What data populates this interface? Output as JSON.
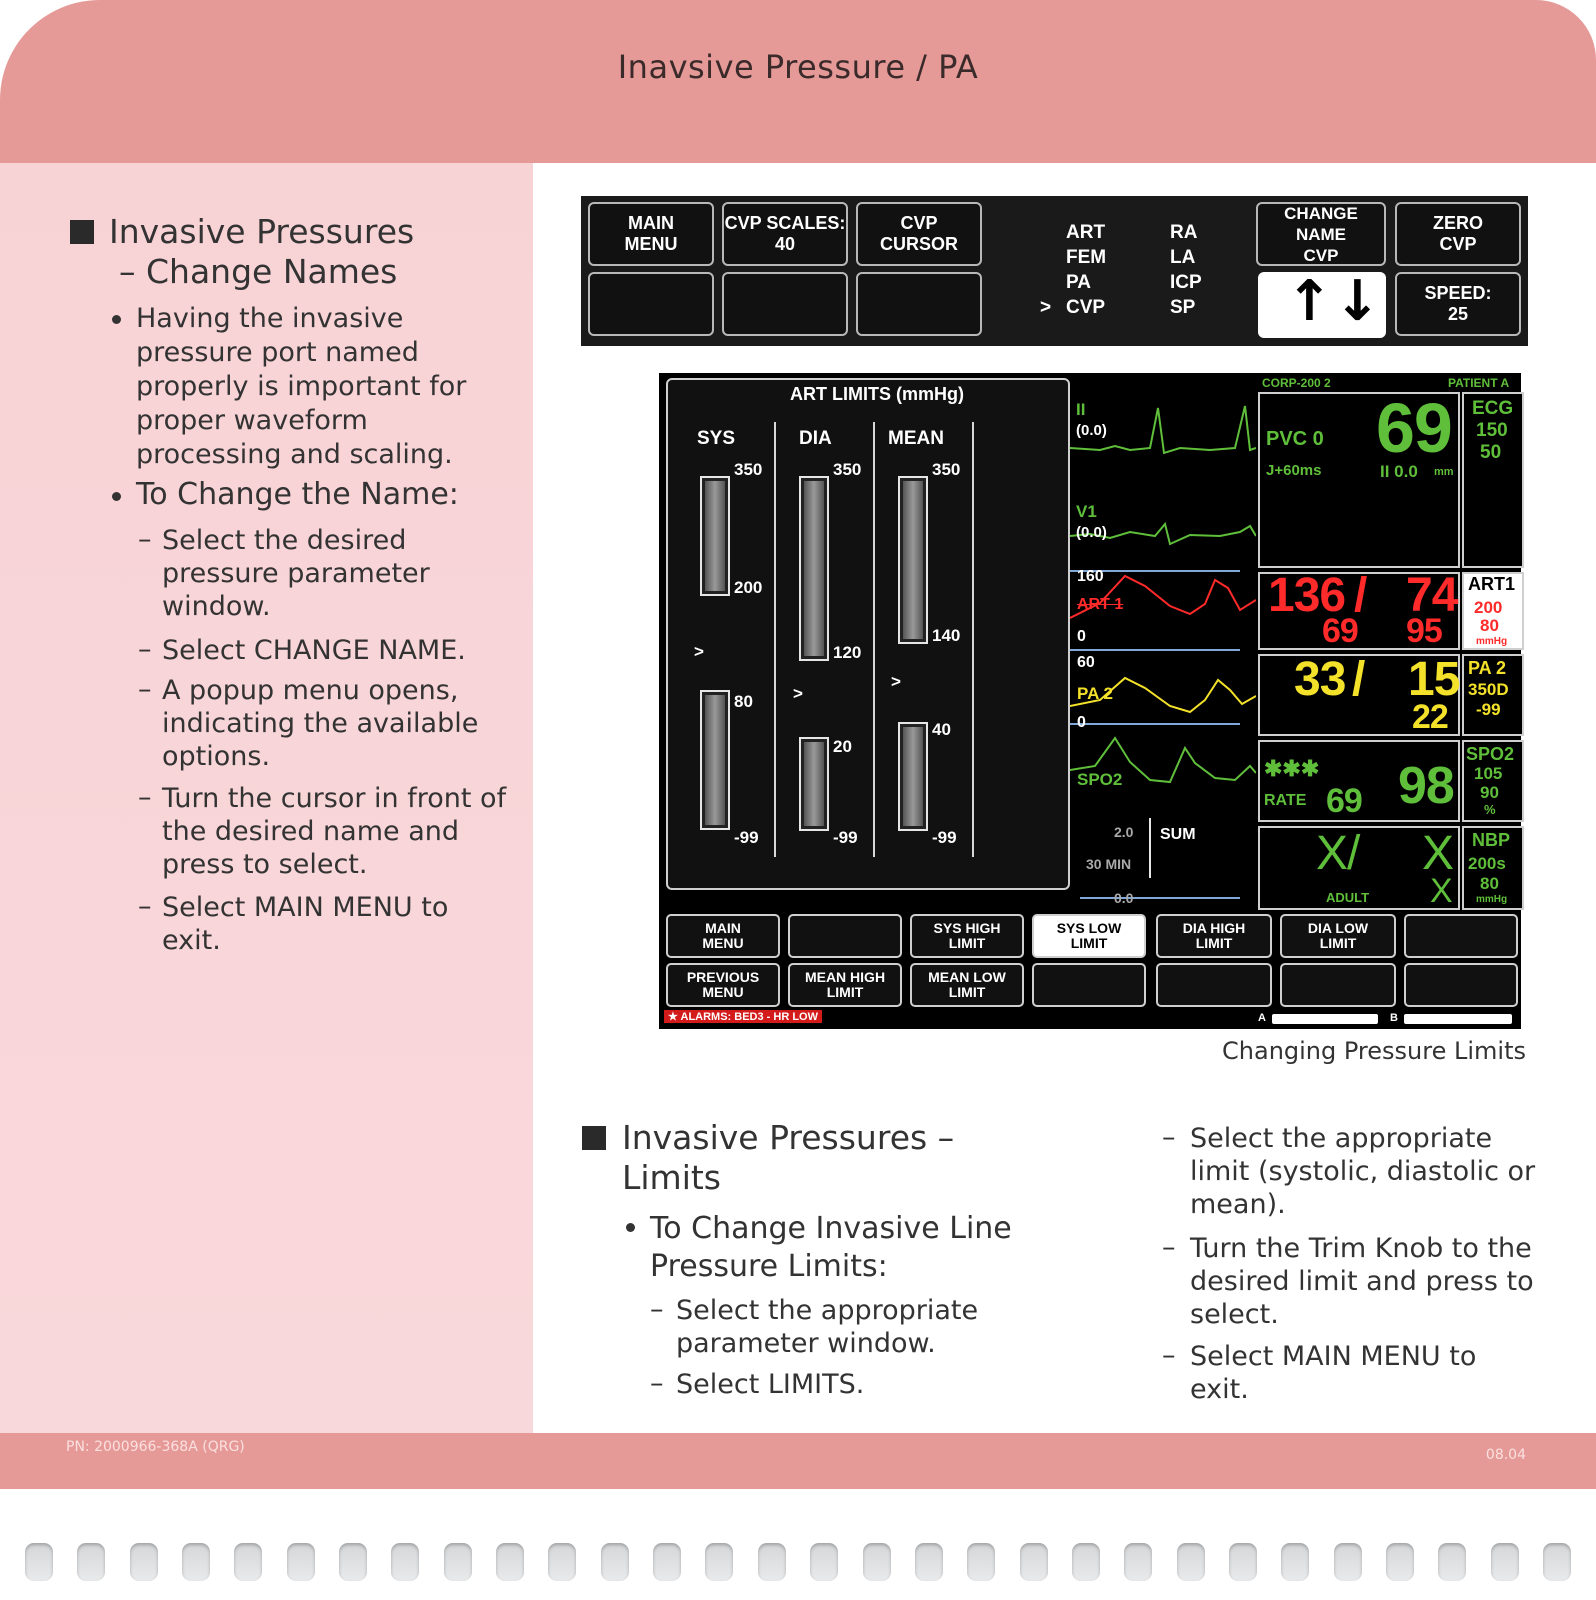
{
  "header": {
    "title": "Inavsive Pressure / PA"
  },
  "left": {
    "heading": [
      "Invasive Pressures",
      "– Change Names"
    ],
    "bullet1": [
      "Having the invasive",
      "pressure port named",
      "properly is important for",
      "proper waveform",
      "processing and scaling."
    ],
    "bullet2": "To Change the Name:",
    "steps": [
      [
        "Select the desired",
        "pressure parameter",
        "window."
      ],
      [
        "Select CHANGE NAME."
      ],
      [
        "A popup menu opens,",
        "indicating the available",
        "options."
      ],
      [
        "Turn the cursor in front of",
        "the desired name and",
        "press to select."
      ],
      [
        "Select MAIN MENU to",
        "exit."
      ]
    ]
  },
  "topbar": {
    "main_menu": [
      "MAIN",
      "MENU"
    ],
    "cvp_scales": [
      "CVP SCALES:",
      "40"
    ],
    "cvp_cursor": [
      "CVP",
      "CURSOR"
    ],
    "names_col1": [
      "ART",
      "FEM",
      "PA",
      "CVP"
    ],
    "names_col2": [
      "RA",
      "LA",
      "ICP",
      "SP"
    ],
    "cursor": ">",
    "change_name": [
      "CHANGE NAME",
      "CVP"
    ],
    "arrows": [
      "↑",
      "↓"
    ],
    "zero": [
      "ZERO",
      "CVP"
    ],
    "speed": [
      "SPEED:",
      "25"
    ]
  },
  "monitor": {
    "limits_title": "ART LIMITS (mmHg)",
    "sys": {
      "label": "SYS",
      "top": "350",
      "mid": "200",
      "low_top": "80",
      "low_bot": "-99"
    },
    "dia": {
      "label": "DIA",
      "top": "350",
      "mid": "120",
      "low_top": "20",
      "low_bot": "-99"
    },
    "mean": {
      "label": "MEAN",
      "top": "350",
      "mid": "140",
      "low_top": "40",
      "low_bot": "-99"
    },
    "cursor": ">",
    "corp": "CORP-200 2",
    "patient": "PATIENT A",
    "wave_labels": {
      "ii": "II",
      "ii_val": "(0.0)",
      "v1": "V1",
      "v1_val": "(0.0)",
      "art_hi": "160",
      "art": "ART 1",
      "art_lo": "0",
      "pa_hi": "60",
      "pa": "PA 2",
      "pa_lo": "0",
      "spo2": "SPO2",
      "sum_scale_hi": "2.0",
      "sum_min": "30 MIN",
      "sum_scale_lo": "0.0",
      "sum": "SUM"
    },
    "ecg": {
      "pvc": "PVC 0",
      "j": "J+60ms",
      "hr": "69",
      "lead": "II 0.0",
      "unit": "mm",
      "label": "ECG",
      "hi": "150",
      "lo": "50"
    },
    "art1": {
      "sys": "136",
      "slash": "/",
      "dia": "74",
      "mean": "69",
      "mean2": "95",
      "label": "ART1",
      "hi": "200",
      "lo": "80",
      "unit": "mmHg"
    },
    "pa2": {
      "sys": "33",
      "slash": "/",
      "dia": "15",
      "mean": "22",
      "label": "PA 2",
      "hi": "350D",
      "lo": "-99"
    },
    "spo2": {
      "stars": "✱✱✱",
      "rate_label": "RATE",
      "rate": "69",
      "val": "98",
      "label": "SPO2",
      "hi": "105",
      "lo": "90",
      "unit": "%"
    },
    "nbp": {
      "x1": "X/",
      "x2": "X",
      "x3": "X",
      "adult": "ADULT",
      "label": "NBP",
      "hi": "200s",
      "lo": "80",
      "unit": "mmHg"
    },
    "buttons_row1": [
      [
        "MAIN",
        "MENU"
      ],
      [
        "",
        ""
      ],
      [
        "SYS HIGH",
        "LIMIT"
      ],
      [
        "SYS LOW",
        "LIMIT"
      ],
      [
        "DIA HIGH",
        "LIMIT"
      ],
      [
        "DIA LOW",
        "LIMIT"
      ],
      [
        "",
        ""
      ]
    ],
    "buttons_row2": [
      [
        "PREVIOUS",
        "MENU"
      ],
      [
        "MEAN HIGH",
        "LIMIT"
      ],
      [
        "MEAN LOW",
        "LIMIT"
      ],
      [
        "",
        ""
      ],
      [
        "",
        ""
      ],
      [
        "",
        ""
      ],
      [
        "",
        ""
      ]
    ],
    "alarm": "★ ALARMS: BED3 - HR LOW",
    "a_label": "A",
    "b_label": "B",
    "colors": {
      "green": "#5fbf3a",
      "red": "#ff2a2a",
      "yellow": "#f4e22a",
      "white": "#ffffff"
    }
  },
  "caption": "Changing Pressure Limits",
  "right": {
    "heading": [
      "Invasive Pressures –",
      "Limits"
    ],
    "bullet": [
      "To Change Invasive Line",
      "Pressure Limits:"
    ],
    "steps_a": [
      [
        "Select the appropriate",
        "parameter window."
      ],
      [
        "Select LIMITS."
      ]
    ],
    "steps_b": [
      [
        "Select the appropriate",
        "limit (systolic, diastolic or",
        "mean)."
      ],
      [
        "Turn the Trim Knob to the",
        "desired limit and press to",
        "select."
      ],
      [
        "Select MAIN MENU to",
        "exit."
      ]
    ]
  },
  "footer": {
    "left": "PN: 2000966-368A (QRG)",
    "right": "08.04"
  }
}
